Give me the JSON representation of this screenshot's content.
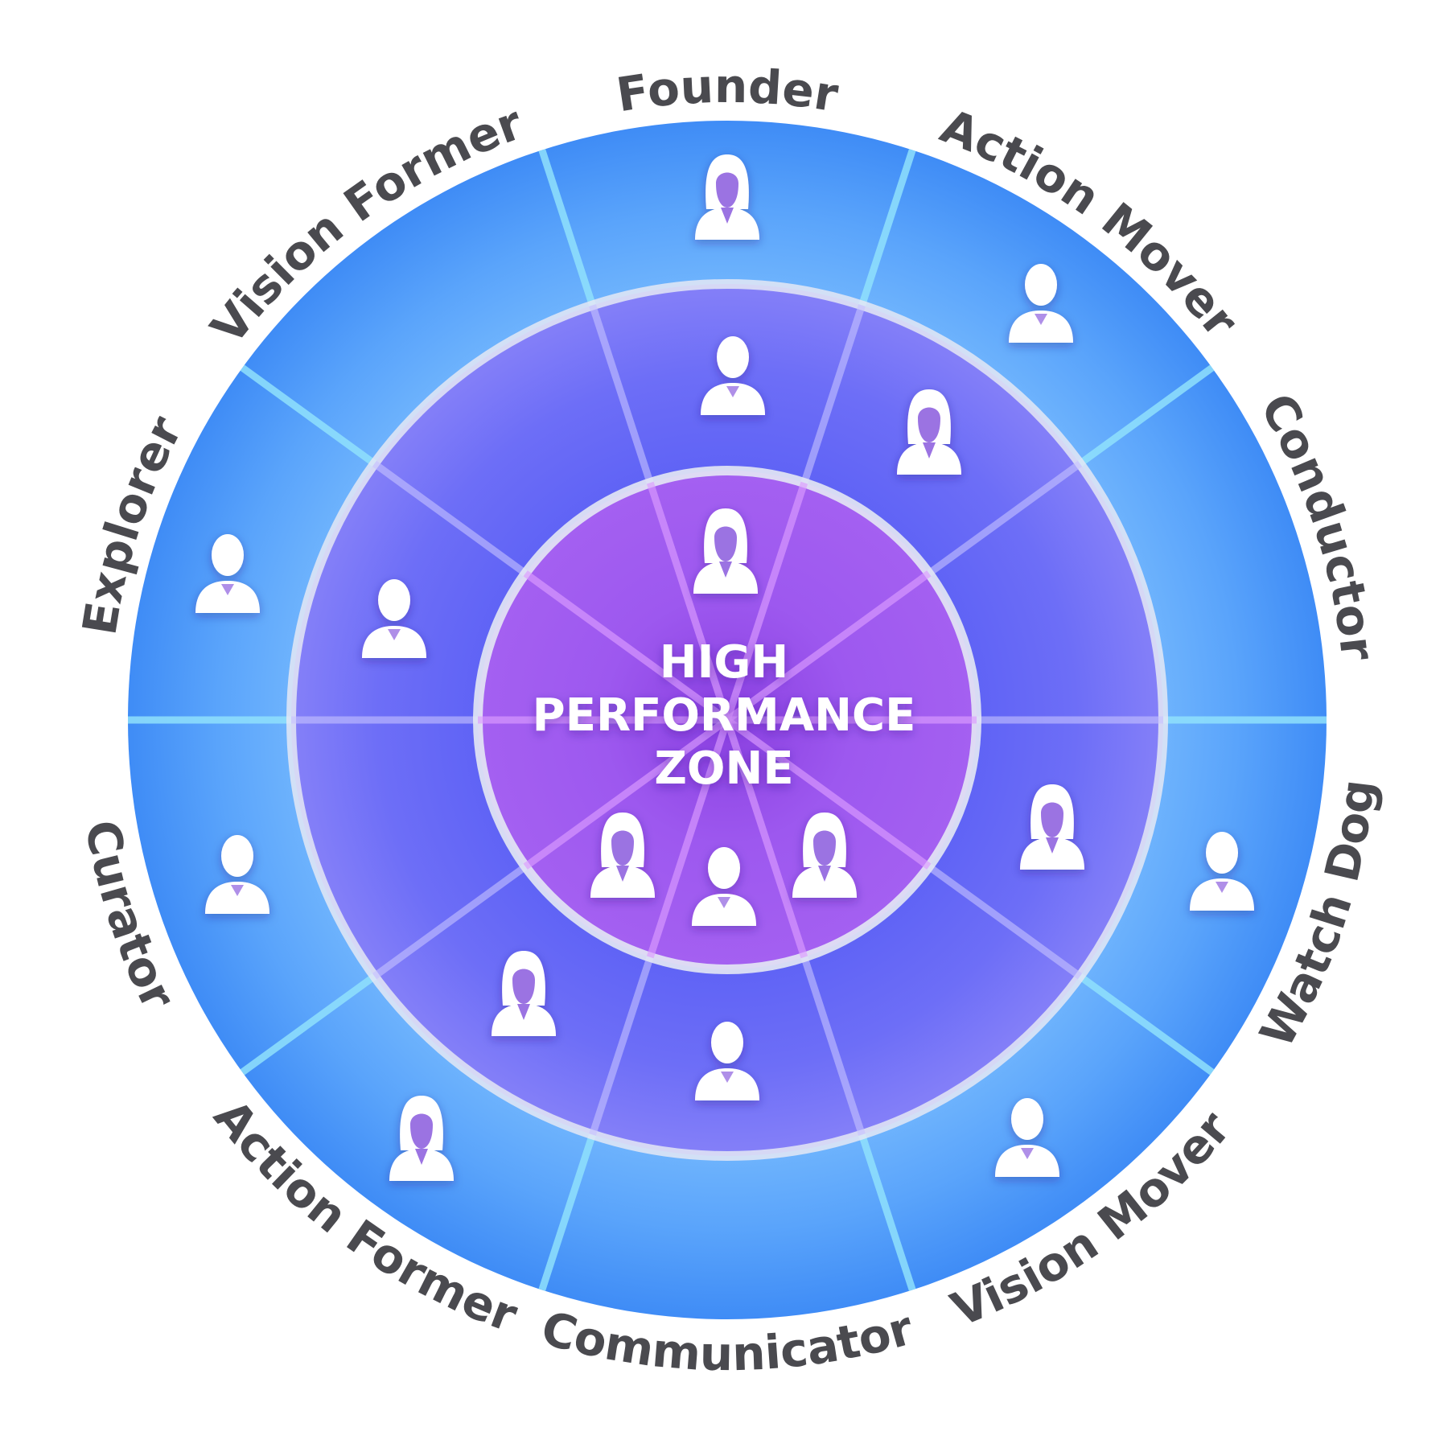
{
  "diagram": {
    "center_title": [
      "HIGH",
      "PERFORMANCE",
      "ZONE"
    ],
    "segments": [
      {
        "label": "Founder"
      },
      {
        "label": "Action Mover"
      },
      {
        "label": "Conductor"
      },
      {
        "label": "Watch Dog"
      },
      {
        "label": "Vision Mover"
      },
      {
        "label": "Communicator"
      },
      {
        "label": "Action Former"
      },
      {
        "label": "Curator"
      },
      {
        "label": "Explorer"
      },
      {
        "label": "Vision Former"
      }
    ],
    "colors": {
      "outer_ring": "#3f8cf6",
      "outer_ring_inner": "#66aefc",
      "middle_ring": "#6266f6",
      "middle_ring_inner": "#7d78f8",
      "inner_circle": "#a15cf0",
      "ring_border": "#e4e8f4",
      "label": "#4a4a4f"
    }
  }
}
